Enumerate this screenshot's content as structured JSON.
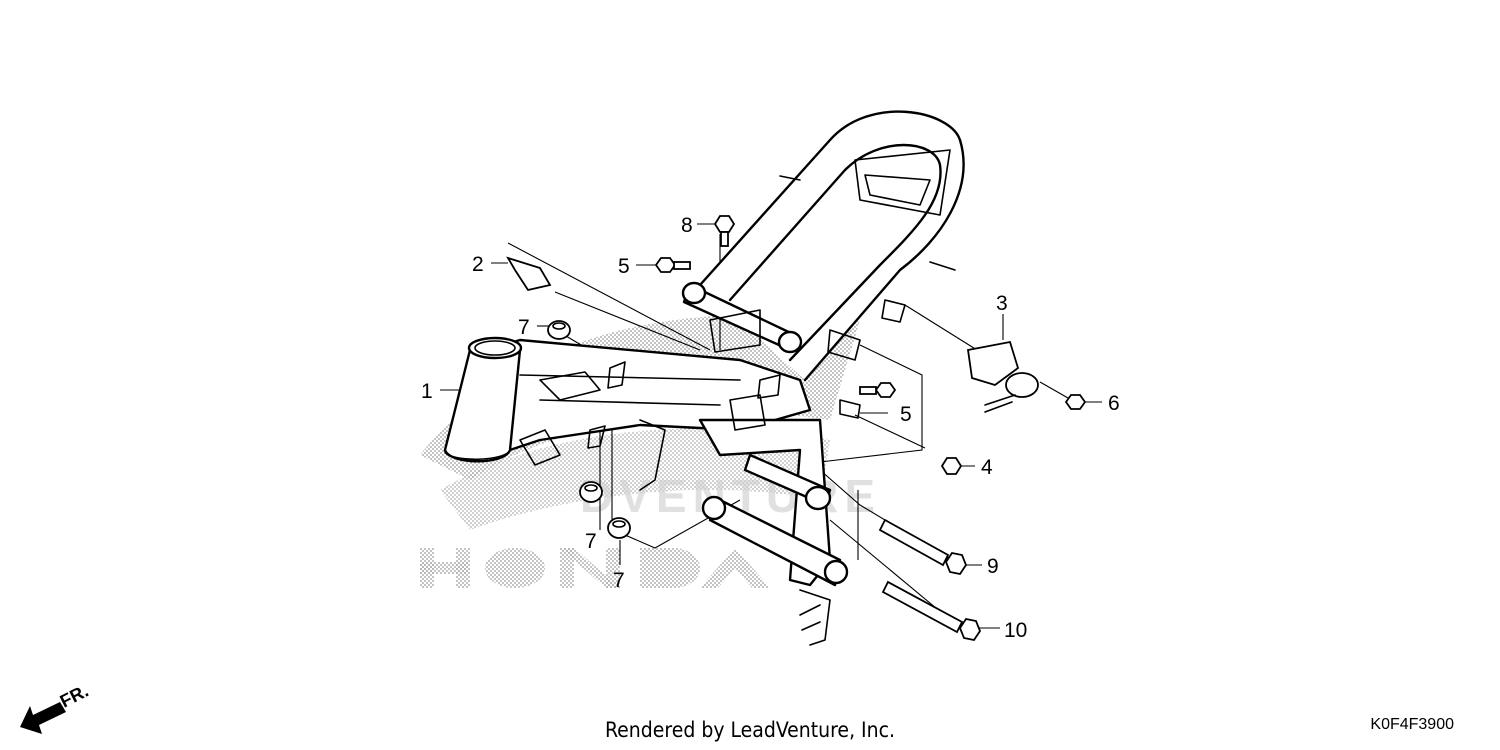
{
  "callouts": [
    {
      "id": "c1",
      "label": "1",
      "part_icon": "frame-body"
    },
    {
      "id": "c2",
      "label": "2",
      "part_icon": "bracket-clip"
    },
    {
      "id": "c3",
      "label": "3",
      "part_icon": "ignition-switch"
    },
    {
      "id": "c4",
      "label": "4",
      "part_icon": "nut"
    },
    {
      "id": "c5a",
      "label": "5",
      "part_icon": "bolt"
    },
    {
      "id": "c5b",
      "label": "5",
      "part_icon": "bolt"
    },
    {
      "id": "c6",
      "label": "6",
      "part_icon": "bolt"
    },
    {
      "id": "c7a",
      "label": "7",
      "part_icon": "rubber-bush"
    },
    {
      "id": "c7b",
      "label": "7",
      "part_icon": "rubber-bush"
    },
    {
      "id": "c7c",
      "label": "7",
      "part_icon": "rubber-bush"
    },
    {
      "id": "c8",
      "label": "8",
      "part_icon": "bolt"
    },
    {
      "id": "c9",
      "label": "9",
      "part_icon": "long-bolt"
    },
    {
      "id": "c10",
      "label": "10",
      "part_icon": "long-bolt"
    }
  ],
  "direction_label": "FR.",
  "footer_text": "Rendered by LeadVenture, Inc.",
  "diagram_code": "K0F4F3900",
  "watermark": {
    "brand": "HONDA",
    "vendor": "LEADVENTURE"
  },
  "colors": {
    "ink": "#000000",
    "watermark": "#b8b8b8",
    "background": "#ffffff"
  }
}
